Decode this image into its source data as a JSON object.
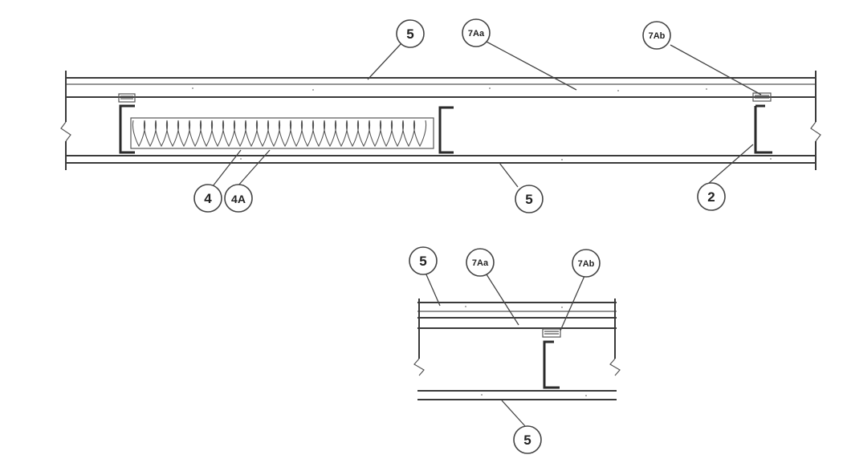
{
  "callouts": {
    "main_top_board": "5",
    "main_channel_a": "7Aa",
    "main_channel_b": "7Ab",
    "main_insulation": "4",
    "main_insulation_alt": "4A",
    "main_bottom_board": "5",
    "main_stud": "2",
    "detail_top_board": "5",
    "detail_channel_a": "7Aa",
    "detail_channel_b": "7Ab",
    "detail_bottom_board": "5"
  }
}
